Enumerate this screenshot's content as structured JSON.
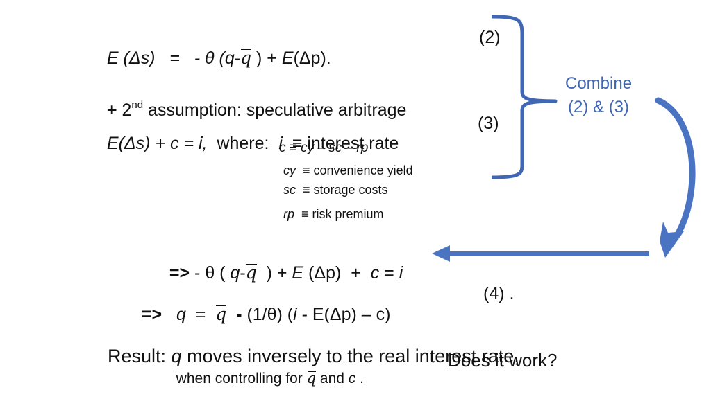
{
  "eq2": {
    "lhs": "E (Δs)   =   - θ (",
    "q": "q",
    "dash": "-",
    "qbar": "q",
    "rest": " ) + ",
    "E": "E",
    "tail": "(Δp).",
    "num": "(2)"
  },
  "assumption": {
    "plus": "+",
    "num": " 2",
    "sup": "nd",
    "text": " assumption: speculative arbitrage"
  },
  "eq3": {
    "main": "E(Δs) + c = i,",
    "where": "  where:  ",
    "i": "i",
    "def": "  ≡ interest rate",
    "num": "(3)"
  },
  "defs": {
    "c": "c ≡ cy – sc – rp",
    "cy_sym": "cy",
    "cy_def": "  ≡ convenience yield",
    "sc_sym": "sc",
    "sc_def": "  ≡ storage costs",
    "rp_sym": "rp",
    "rp_def": "  ≡ risk premium"
  },
  "combine": {
    "line1": "Combine",
    "line2": "(2) & (3)"
  },
  "derived": {
    "arrow": "=>",
    "text1": " - θ ( ",
    "q": "q",
    "dash": "-",
    "qbar": "q",
    "text2": "  ) + ",
    "E": "E",
    "text3": " (Δp)  +  ",
    "c": "c",
    "eq": " = ",
    "i": "i"
  },
  "eq4": {
    "arrow": "=>",
    "q": "q",
    "eq": "  =  ",
    "qbar": "q",
    "minus": "-",
    "rest": " (1/θ) (",
    "i": "i",
    "rest2": " - E(Δp) – c)",
    "num": "(4) ."
  },
  "result": {
    "label": "Result: ",
    "q": "q",
    "text": " moves inversely to the real interest rate,",
    "line2a": "when controlling for ",
    "qbar": "q",
    "line2b": " and ",
    "c": "c",
    "line2c": " .",
    "question": "Does it work?"
  },
  "colors": {
    "accent": "#3f67b4",
    "arrow": "#4a74c2",
    "text": "#111111"
  }
}
